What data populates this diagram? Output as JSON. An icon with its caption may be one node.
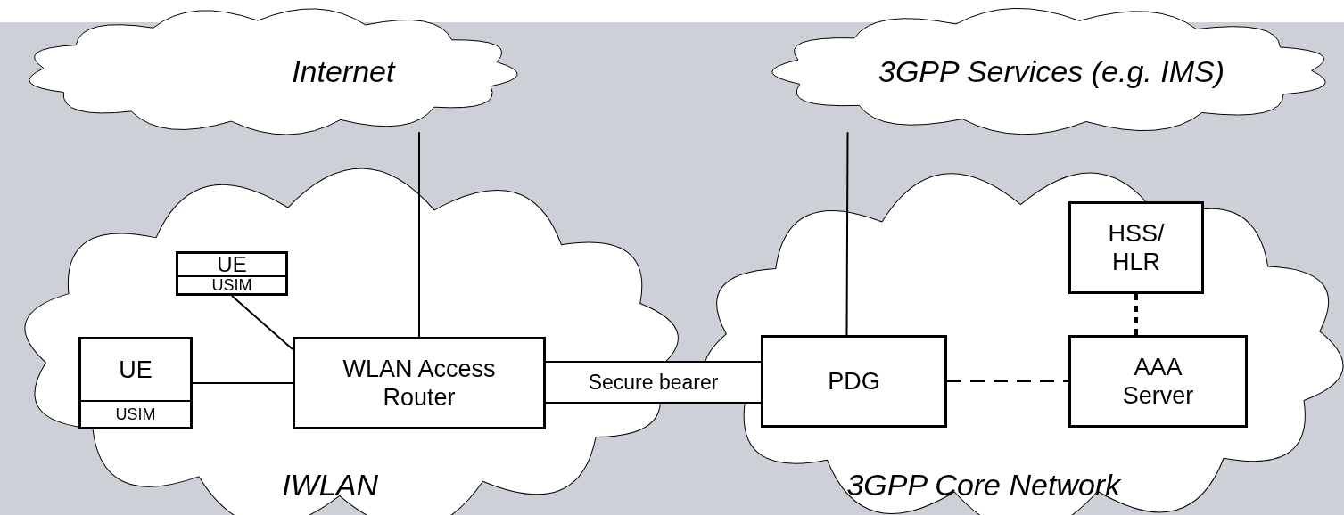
{
  "diagram": {
    "nodes": [
      {
        "text": [
          "Internet"
        ]
      },
      {
        "text": [
          "3GPP Services (e.g. IMS)"
        ]
      },
      {
        "text": [
          "IWLAN"
        ]
      },
      {
        "text": [
          "UE",
          "USIM"
        ],
        "in": 2
      },
      {
        "text": [
          "UE",
          "USIM"
        ],
        "in": 2
      },
      {
        "text": [
          "WLAN Access Router"
        ],
        "in": 2
      },
      {
        "text": [
          "3GPP Core Network"
        ]
      },
      {
        "text": [
          "HSS/ HLR"
        ],
        "in": 6
      },
      {
        "text": [
          "PDG"
        ],
        "in": 6
      },
      {
        "text": [
          "AAA Server"
        ],
        "in": 6
      }
    ],
    "edges": [
      {
        "from": 3,
        "to": 5,
        "arrow": "none"
      },
      {
        "from": 4,
        "to": 5,
        "arrow": "none"
      },
      {
        "from": 5,
        "to": 0,
        "arrow": "none"
      },
      {
        "from": 5,
        "to": 8,
        "arrow": "none",
        "label": "Secure bearer",
        "style": "thick"
      },
      {
        "from": 8,
        "to": 1,
        "arrow": "none"
      },
      {
        "from": 8,
        "to": 9,
        "arrow": "none",
        "style": "dashed"
      },
      {
        "from": 7,
        "to": 9,
        "arrow": "none",
        "style": "dashed"
      }
    ]
  }
}
